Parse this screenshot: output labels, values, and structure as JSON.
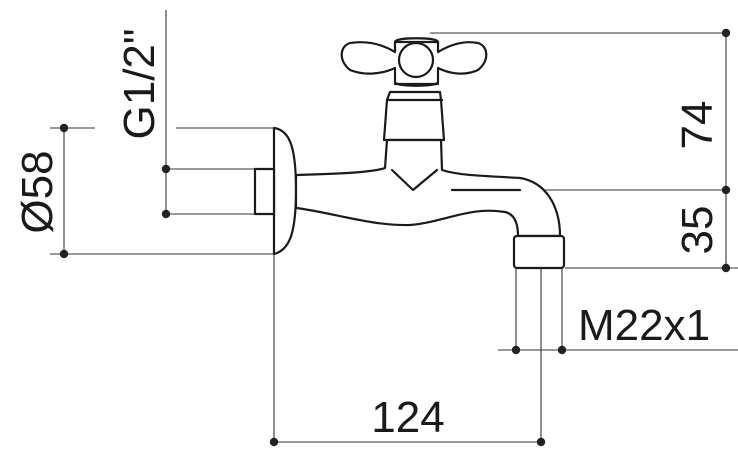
{
  "dimensions": {
    "height_total": "74",
    "spout_height": "35",
    "outlet_thread": "M22x1",
    "projection": "124",
    "flange_diameter": "Ø58",
    "inlet_thread": "G1/2\""
  },
  "colors": {
    "line": "#1a1a1a",
    "dimension": "#333333",
    "background": "#ffffff"
  }
}
